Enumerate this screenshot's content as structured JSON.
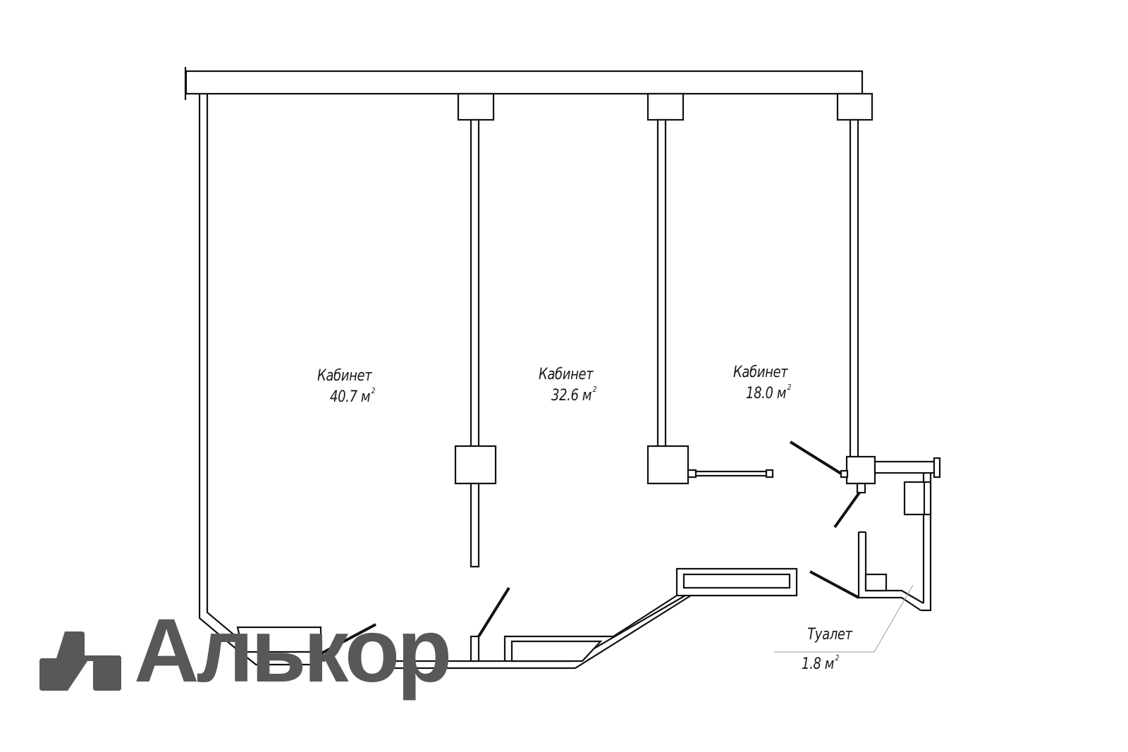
{
  "rooms": [
    {
      "name": "Кабинет",
      "area": "40.7",
      "unit": "м",
      "exp": "2"
    },
    {
      "name": "Кабинет",
      "area": "32.6",
      "unit": "м",
      "exp": "2"
    },
    {
      "name": "Кабинет",
      "area": "18.0",
      "unit": "м",
      "exp": "2"
    },
    {
      "name": "Туалет",
      "area": "1.8",
      "unit": "м",
      "exp": "2"
    }
  ],
  "logo": {
    "icon": "alkor-logo-mark",
    "text": "Алькор",
    "color": "#585858"
  },
  "colors": {
    "background": "#ffffff",
    "lines": "#111111"
  }
}
